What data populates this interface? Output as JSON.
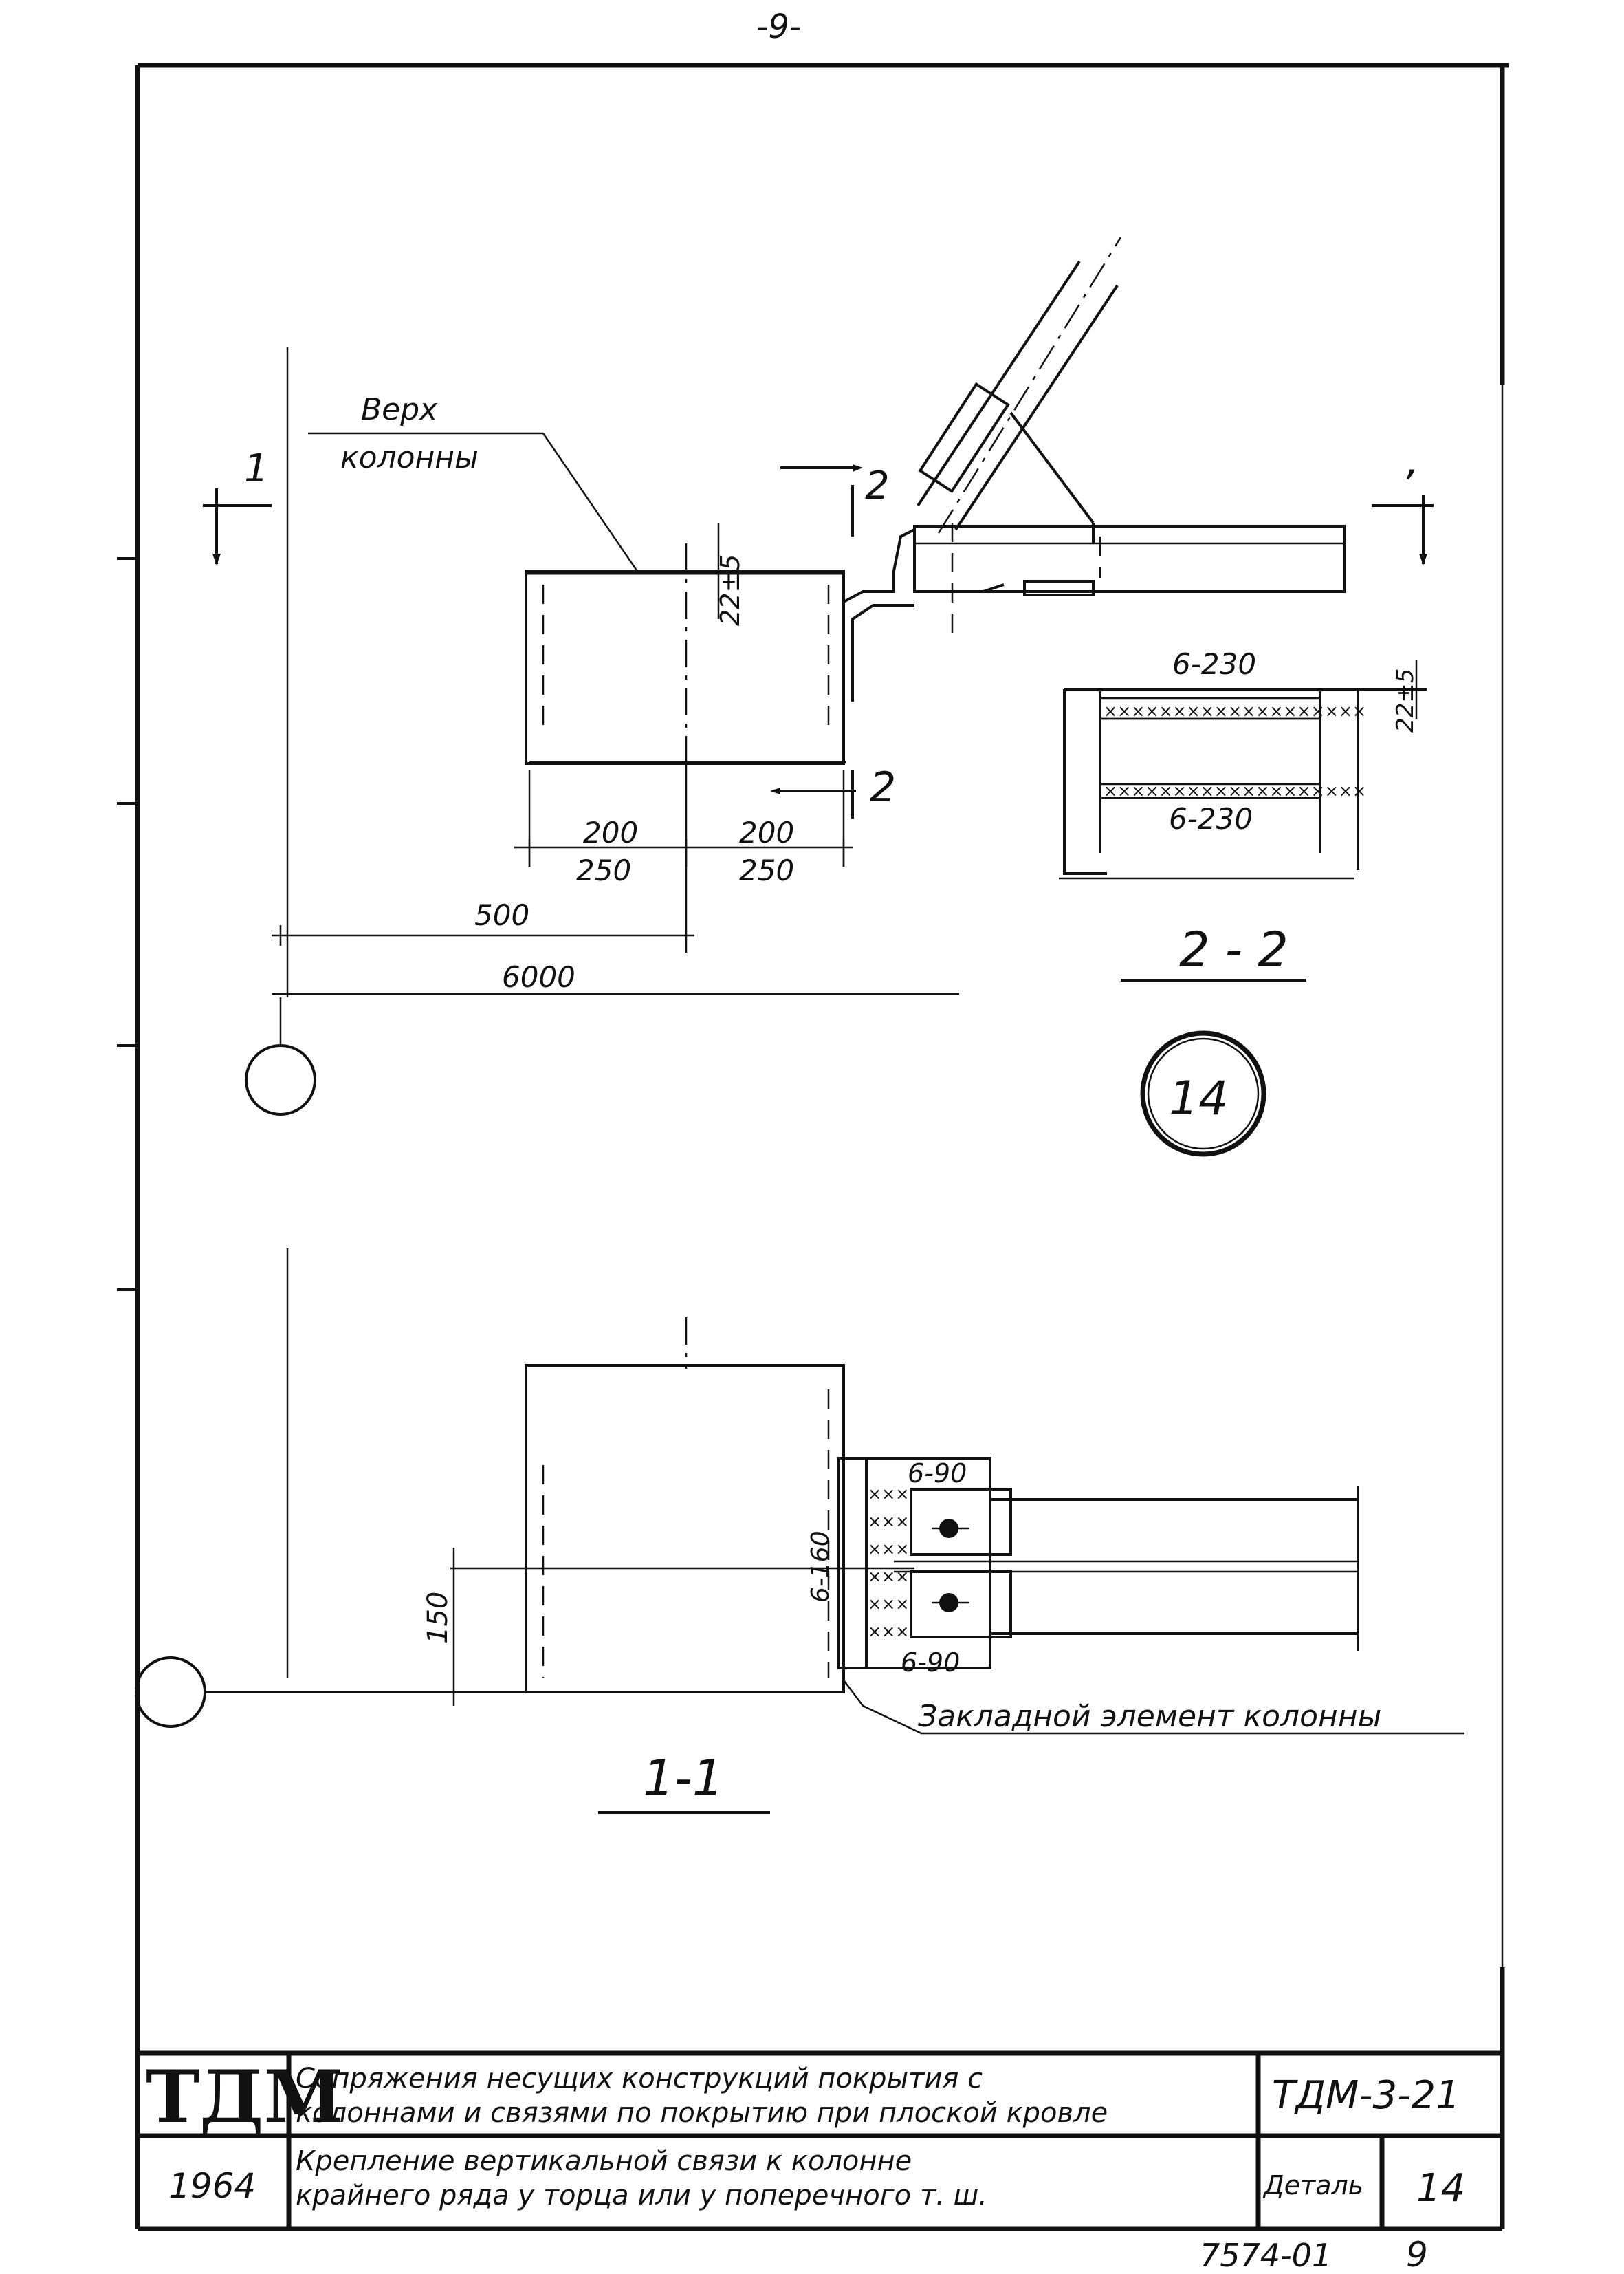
{
  "page_number": "-9-",
  "labels": {
    "column_top_line1": "Верх",
    "column_top_line2": "колонны",
    "axis_1": "1",
    "section_2_mark": "2",
    "dim_22_top": "22±5",
    "dim_200_left": "200",
    "dim_250_left": "250",
    "dim_200_right": "200",
    "dim_250_right": "250",
    "dim_500": "500",
    "dim_6000": "6000",
    "weld_6_230": "6-230",
    "weld_6_230_b": "6-230",
    "dim_22_sec": "22±5",
    "section_2_2_title": "2 - 2",
    "detail_circle": "14",
    "dim_150": "150",
    "weld_6_160": "6-160",
    "weld_6_90_top": "6-90",
    "weld_6_90_bot": "6-90",
    "embedded_element": "Закладной элемент колонны",
    "section_1_1_title": "1-1"
  },
  "title_block": {
    "logo": "ТДМ",
    "year": "1964",
    "title_line1": "Сопряжения несущих конструкций покрытия с",
    "title_line2": "колоннами и связями по покрытию при плоской кровле",
    "subtitle_line1": "Крепление вертикальной связи к колонне",
    "subtitle_line2": "крайнего ряда у торца или у поперечного т. ш.",
    "code": "ТДМ-3-21",
    "detail_label": "Деталь",
    "detail_number": "14"
  },
  "footer": {
    "sheet_code": "7574-01",
    "sheet_number": "9"
  }
}
